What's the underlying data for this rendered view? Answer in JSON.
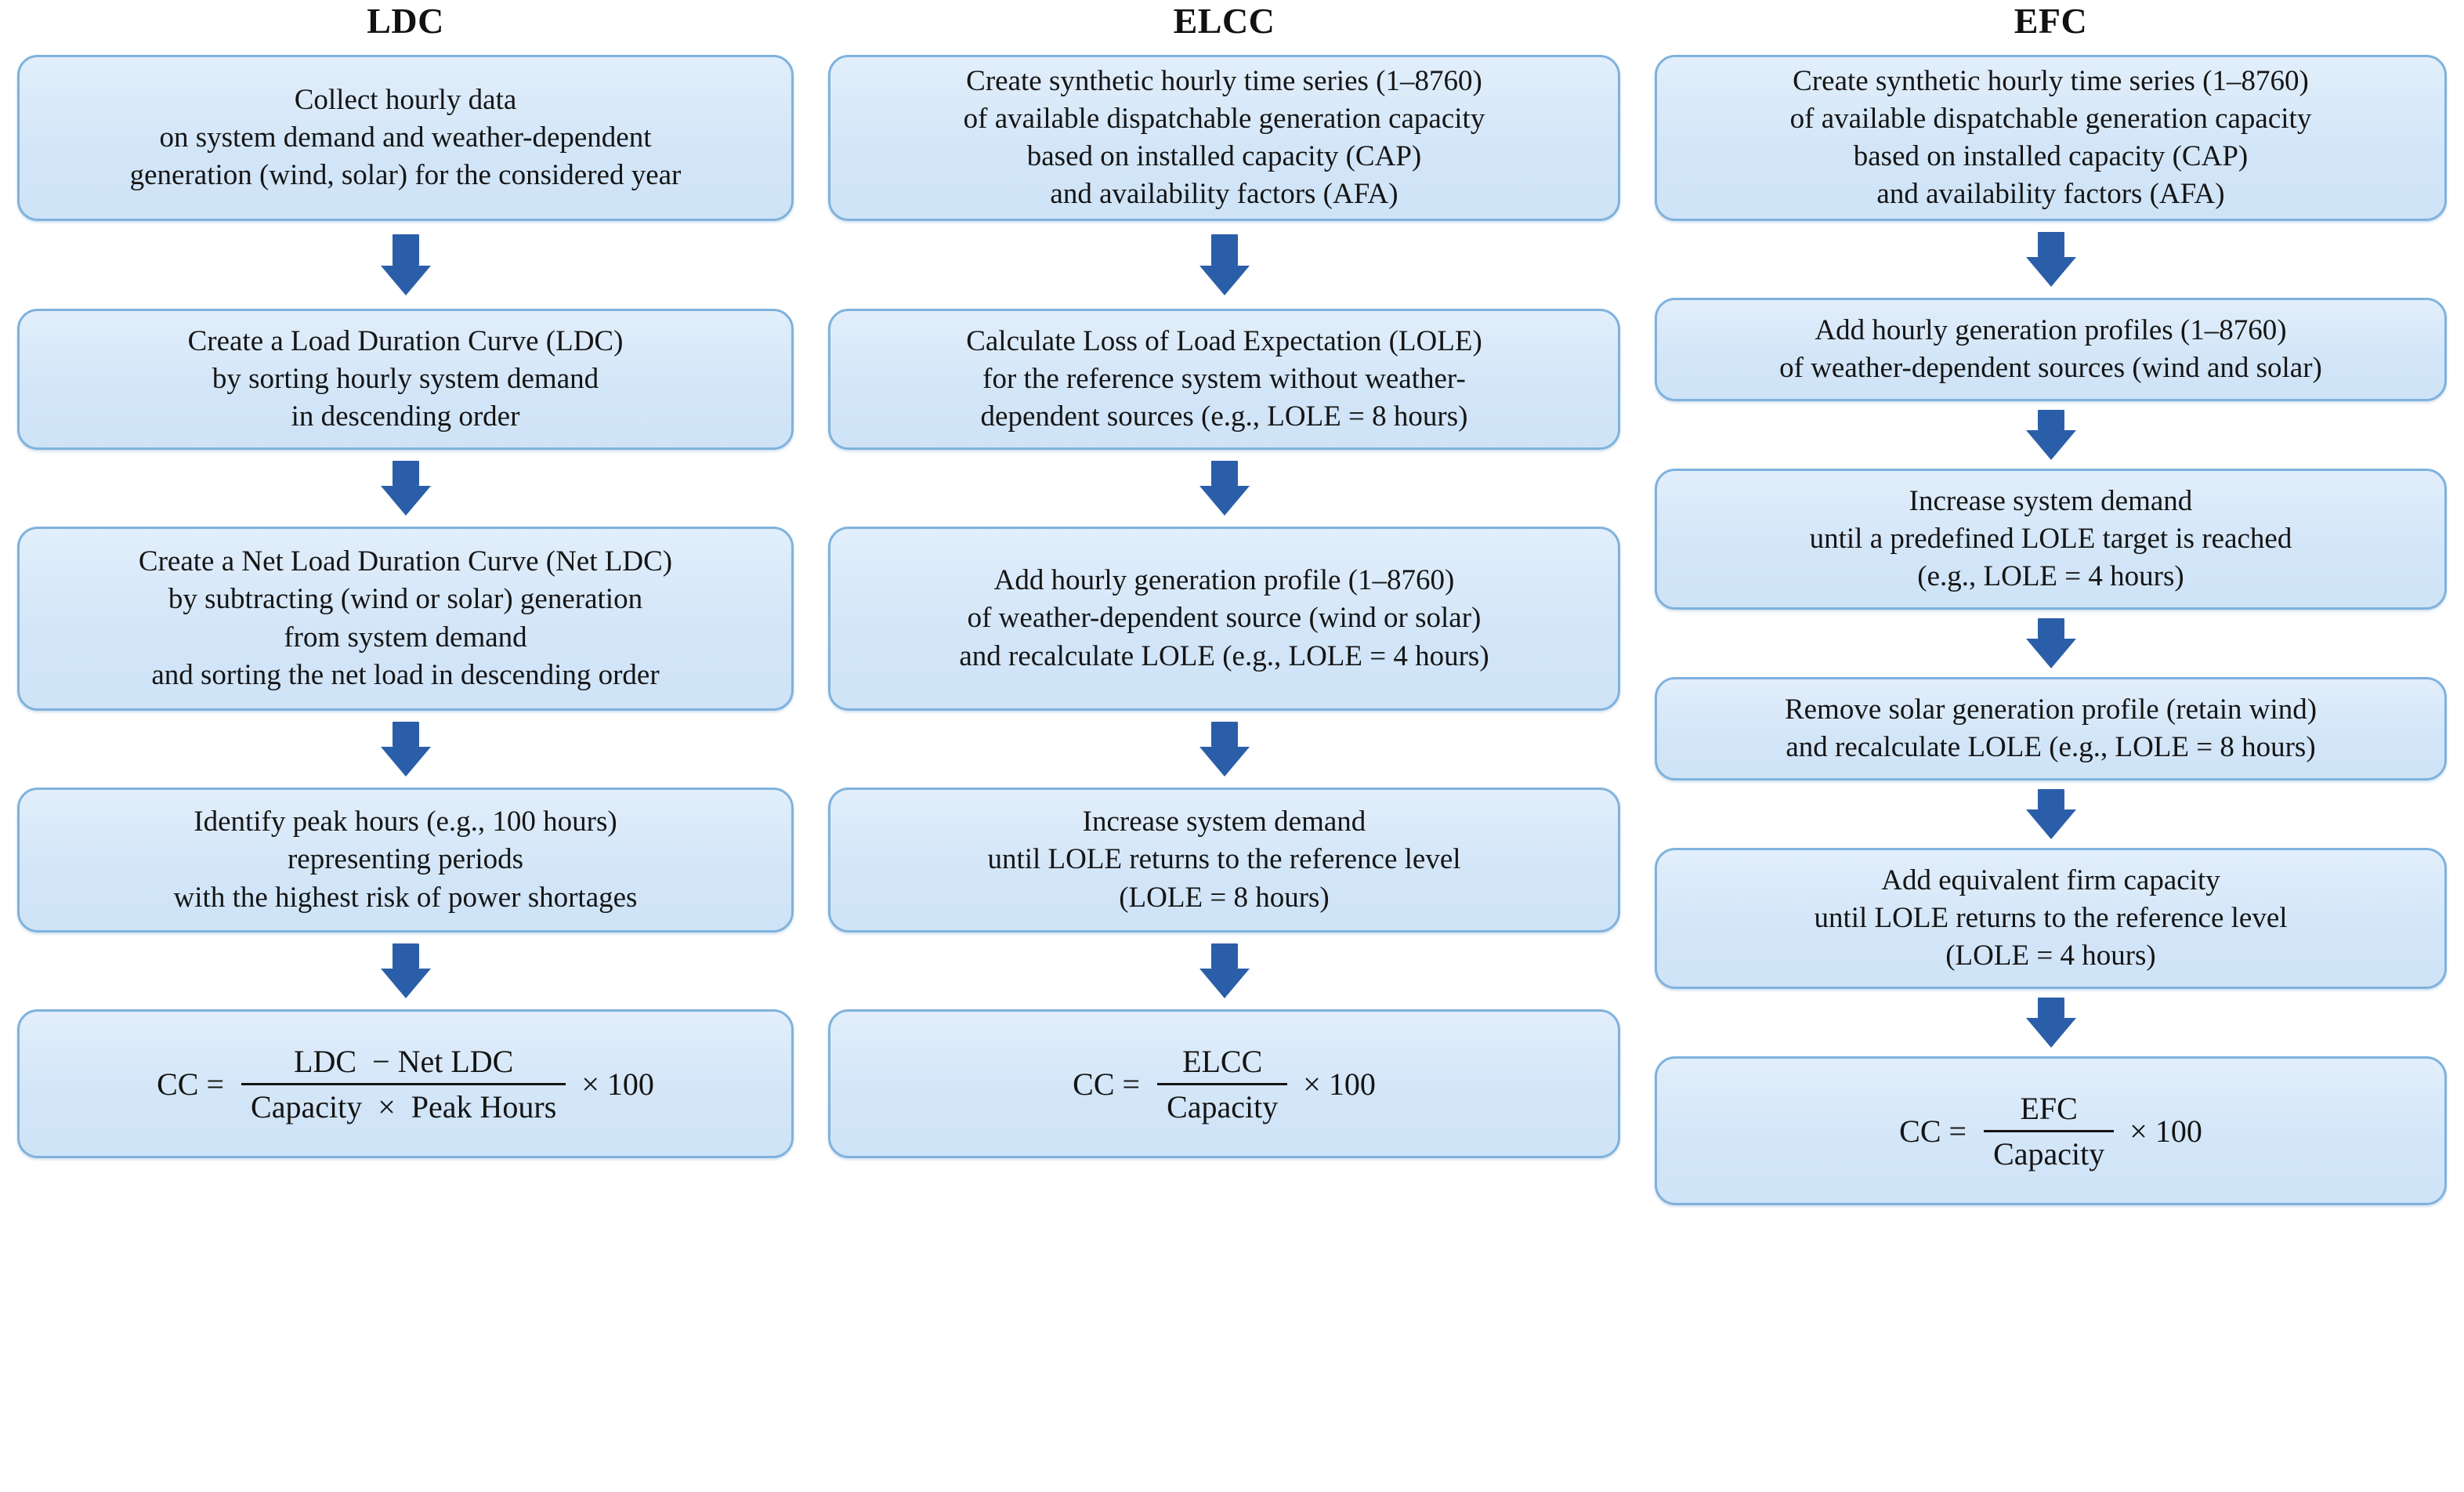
{
  "diagram": {
    "title_ldc": "LDC",
    "title_elcc": "ELCC",
    "title_efc": "EFC",
    "arrow_icon": "arrow-down-icon",
    "colors": {
      "node_fill": "#d6e8f8",
      "node_border": "#7fb2dd",
      "arrow": "#2b5ea8",
      "text": "#151515",
      "background": "#ffffff"
    }
  },
  "columns": [
    {
      "id": "ldc",
      "title": "LDC",
      "nodes": [
        {
          "id": "ldc-1",
          "text": "Collect hourly data\non system demand and weather-dependent\ngeneration (wind, solar) for the considered year"
        },
        {
          "id": "ldc-2",
          "text": "Create a Load Duration Curve (LDC)\nby sorting hourly system demand\nin descending order"
        },
        {
          "id": "ldc-3",
          "text": "Create a Net Load Duration Curve (Net LDC)\nby subtracting (wind or solar) generation\nfrom system demand\nand sorting the net load in descending order"
        },
        {
          "id": "ldc-4",
          "text": "Identify peak hours (e.g., 100 hours)\nrepresenting periods\nwith the highest risk of power shortages"
        }
      ],
      "formula": {
        "lhs": "CC =",
        "numerator": "LDC  − Net LDC",
        "denominator": "Capacity  ×  Peak Hours",
        "rhs": "× 100"
      }
    },
    {
      "id": "elcc",
      "title": "ELCC",
      "nodes": [
        {
          "id": "elcc-1",
          "text": "Create synthetic hourly time series (1–8760)\nof available dispatchable generation capacity\nbased on installed capacity (CAP)\nand availability factors (AFA)"
        },
        {
          "id": "elcc-2",
          "text": "Calculate Loss of Load Expectation (LOLE)\nfor the reference system without weather-\ndependent sources (e.g., LOLE = 8 hours)"
        },
        {
          "id": "elcc-3",
          "text": "Add hourly generation profile (1–8760)\nof weather-dependent source (wind or solar)\nand recalculate LOLE (e.g., LOLE = 4 hours)"
        },
        {
          "id": "elcc-4",
          "text": "Increase system demand\nuntil LOLE returns to the reference level\n(LOLE = 8 hours)"
        }
      ],
      "formula": {
        "lhs": "CC =",
        "numerator": "ELCC",
        "denominator": "Capacity",
        "rhs": "× 100"
      }
    },
    {
      "id": "efc",
      "title": "EFC",
      "nodes": [
        {
          "id": "efc-1",
          "text": "Create synthetic hourly time series (1–8760)\nof available dispatchable generation capacity\nbased on installed capacity (CAP)\nand availability factors (AFA)"
        },
        {
          "id": "efc-2",
          "text": "Add hourly generation profiles (1–8760)\nof weather-dependent sources (wind and solar)"
        },
        {
          "id": "efc-3",
          "text": "Increase system demand\nuntil a predefined LOLE target is reached\n(e.g., LOLE = 4 hours)"
        },
        {
          "id": "efc-4",
          "text": "Remove solar generation profile (retain wind)\nand recalculate LOLE (e.g., LOLE = 8 hours)"
        },
        {
          "id": "efc-5",
          "text": "Add equivalent firm capacity\nuntil LOLE returns to the reference level\n(LOLE = 4 hours)"
        }
      ],
      "formula": {
        "lhs": "CC =",
        "numerator": "EFC",
        "denominator": "Capacity",
        "rhs": "× 100"
      }
    }
  ]
}
